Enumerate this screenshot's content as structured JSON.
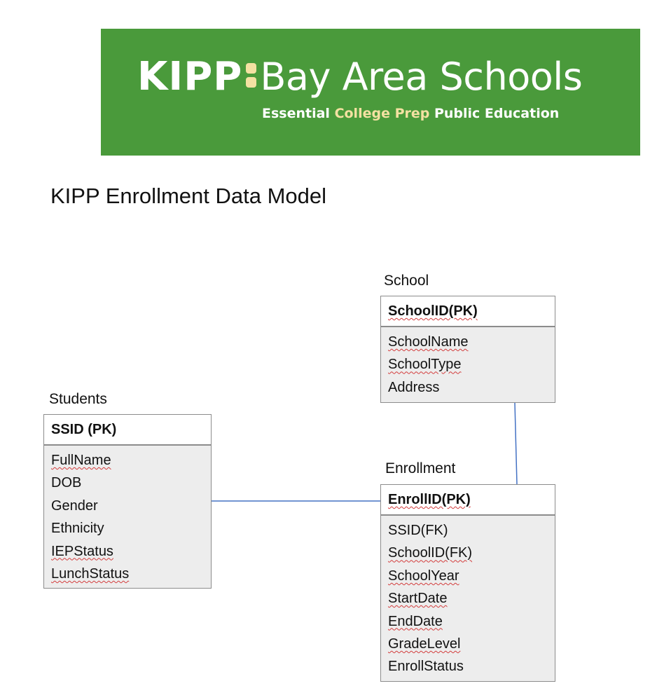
{
  "banner": {
    "logo_kipp": "KIPP",
    "logo_rest": "Bay Area Schools",
    "tagline": [
      {
        "text": "Essential ",
        "tone": "white"
      },
      {
        "text": "College Prep",
        "tone": "yellow"
      },
      {
        "text": " Public Education",
        "tone": "white"
      }
    ],
    "colors": {
      "background": "#4a9a3b",
      "accent": "#f4e1a2",
      "text": "#ffffff"
    }
  },
  "title": "KIPP Enrollment Data Model",
  "entities": {
    "school": {
      "label": "School",
      "pk": "SchoolID(PK)",
      "fields": [
        "SchoolName",
        "SchoolType",
        "Address"
      ]
    },
    "students": {
      "label": "Students",
      "pk": "SSID (PK)",
      "fields": [
        "FullName",
        "DOB",
        "Gender",
        "Ethnicity",
        "IEPStatus",
        "LunchStatus"
      ]
    },
    "enrollment": {
      "label": "Enrollment",
      "pk": "EnrollID(PK)",
      "fields": [
        "SSID(FK)",
        "SchoolID(FK)",
        "SchoolYear",
        "StartDate",
        "EndDate",
        "GradeLevel",
        "EnrollStatus"
      ]
    }
  },
  "relationships": [
    {
      "from": "students",
      "to": "enrollment"
    },
    {
      "from": "school",
      "to": "enrollment"
    }
  ],
  "colors": {
    "connector": "#4472c4",
    "table_border": "#8c8c8c",
    "table_fill": "#ededed",
    "spellcheck": "#d33c3c"
  }
}
